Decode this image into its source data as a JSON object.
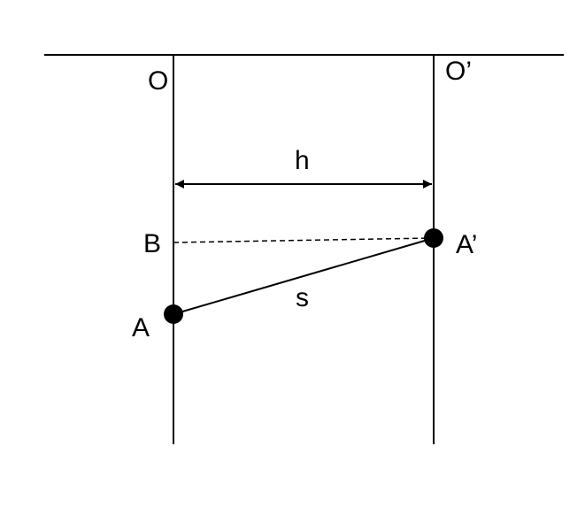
{
  "labels": {
    "origin_left": "O",
    "origin_right": "O’",
    "distance": "h",
    "point_b": "B",
    "point_a": "A",
    "point_a_prime": "A’",
    "segment": "s"
  },
  "colors": {
    "stroke": "#000000",
    "background": "#ffffff"
  }
}
